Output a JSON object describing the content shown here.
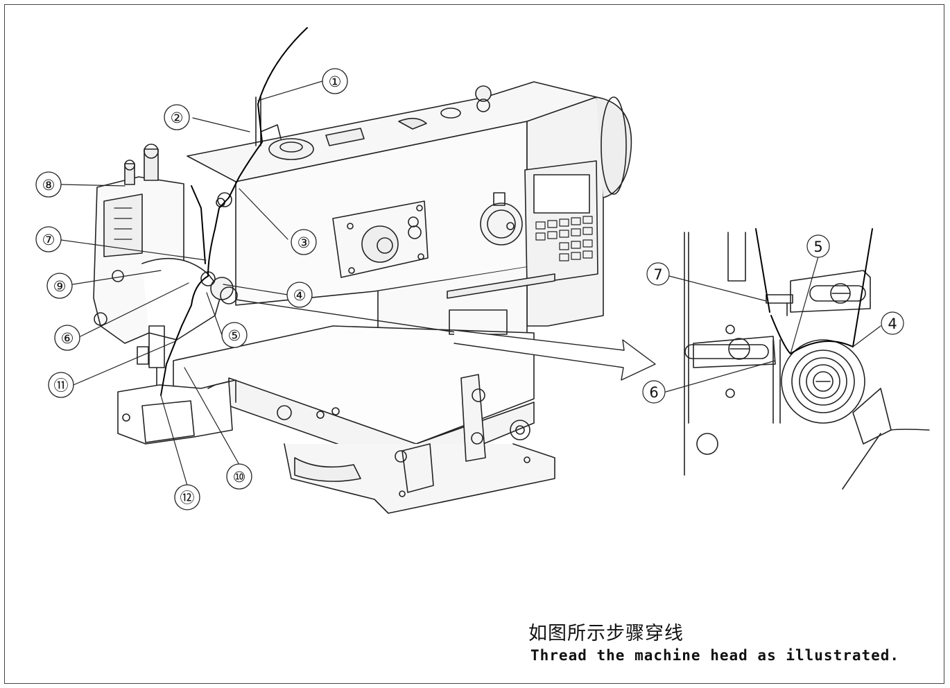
{
  "caption": {
    "chinese": "如图所示步骤穿线",
    "english": "Thread the machine head as illustrated."
  },
  "callouts_main": [
    "①",
    "②",
    "③",
    "④",
    "⑤",
    "⑥",
    "⑦",
    "⑧",
    "⑨",
    "⑩",
    "⑪",
    "⑫"
  ],
  "callouts_detail": [
    "7",
    "5",
    "4",
    "6"
  ]
}
